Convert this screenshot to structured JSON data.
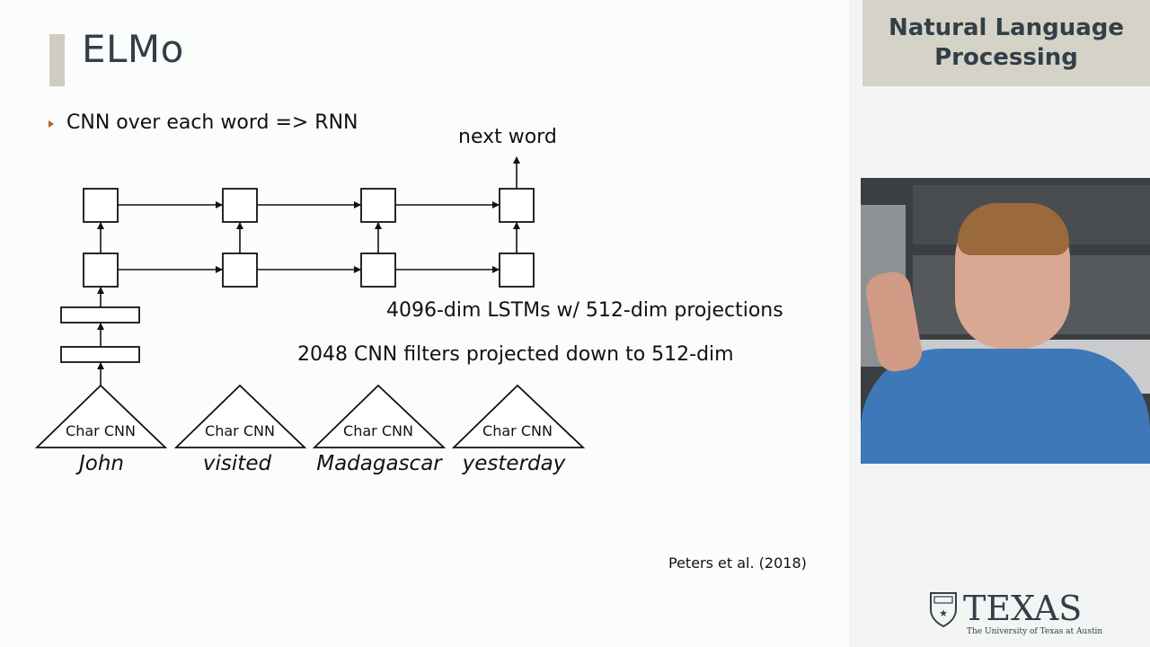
{
  "slide": {
    "title": "ELMo",
    "bullet": "CNN over each word => RNN",
    "labels": {
      "next_word": "next word",
      "lstm_note": "4096-dim LSTMs w/ 512-dim projections",
      "cnn_note": "2048 CNN filters projected down to 512-dim"
    },
    "char_cnn_label": "Char CNN",
    "words": [
      "John",
      "visited",
      "Madagascar",
      "yesterday"
    ],
    "citation": "Peters et al. (2018)"
  },
  "sidebar": {
    "course_title_line1": "Natural Language",
    "course_title_line2": "Processing",
    "logo_text": "TEXAS",
    "logo_subtitle": "The University of Texas at Austin"
  },
  "colors": {
    "title": "#333f48",
    "accent_bar": "#cfcdc1",
    "bullet_marker": "#b5651d",
    "header_bg": "#d5d3c7"
  }
}
